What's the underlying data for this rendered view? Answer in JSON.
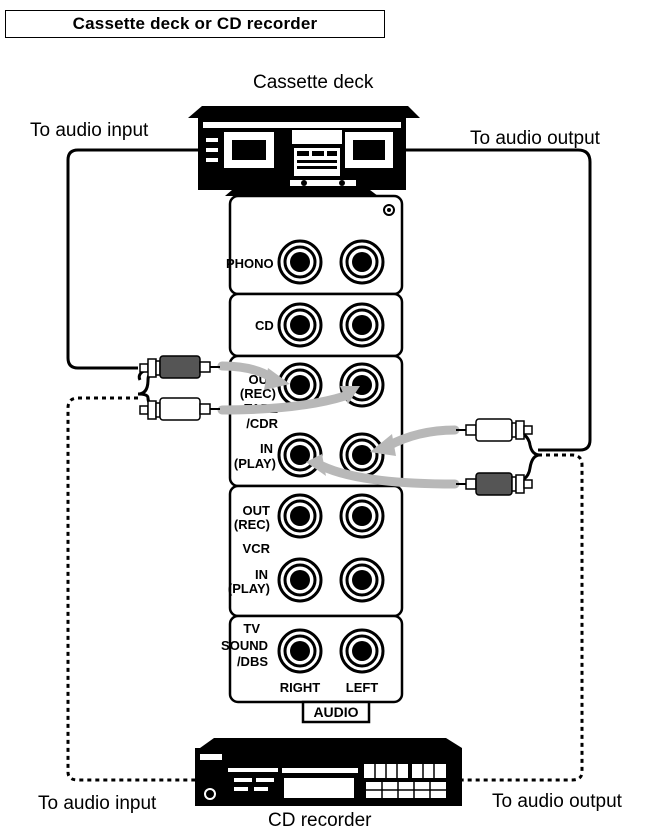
{
  "header": {
    "title": "Cassette deck or CD recorder"
  },
  "devices": {
    "cassette_deck": "Cassette deck",
    "cd_recorder": "CD recorder"
  },
  "callouts": {
    "top_left": "To audio input",
    "top_right": "To audio output",
    "bottom_left": "To audio input",
    "bottom_right": "To audio output"
  },
  "panel": {
    "phono": "PHONO",
    "cd": "CD",
    "tape_out_1": "OUT",
    "tape_out_2": "(REC)",
    "tape_1": "TAPE",
    "tape_2": "/CDR",
    "tape_in_1": "IN",
    "tape_in_2": "(PLAY)",
    "vcr_out_1": "OUT",
    "vcr_out_2": "(REC)",
    "vcr": "VCR",
    "vcr_in_1": "IN",
    "vcr_in_2": "(PLAY)",
    "tv_1": "TV",
    "tv_2": "SOUND",
    "tv_3": "/DBS",
    "right": "RIGHT",
    "left": "LEFT",
    "audio": "AUDIO"
  }
}
